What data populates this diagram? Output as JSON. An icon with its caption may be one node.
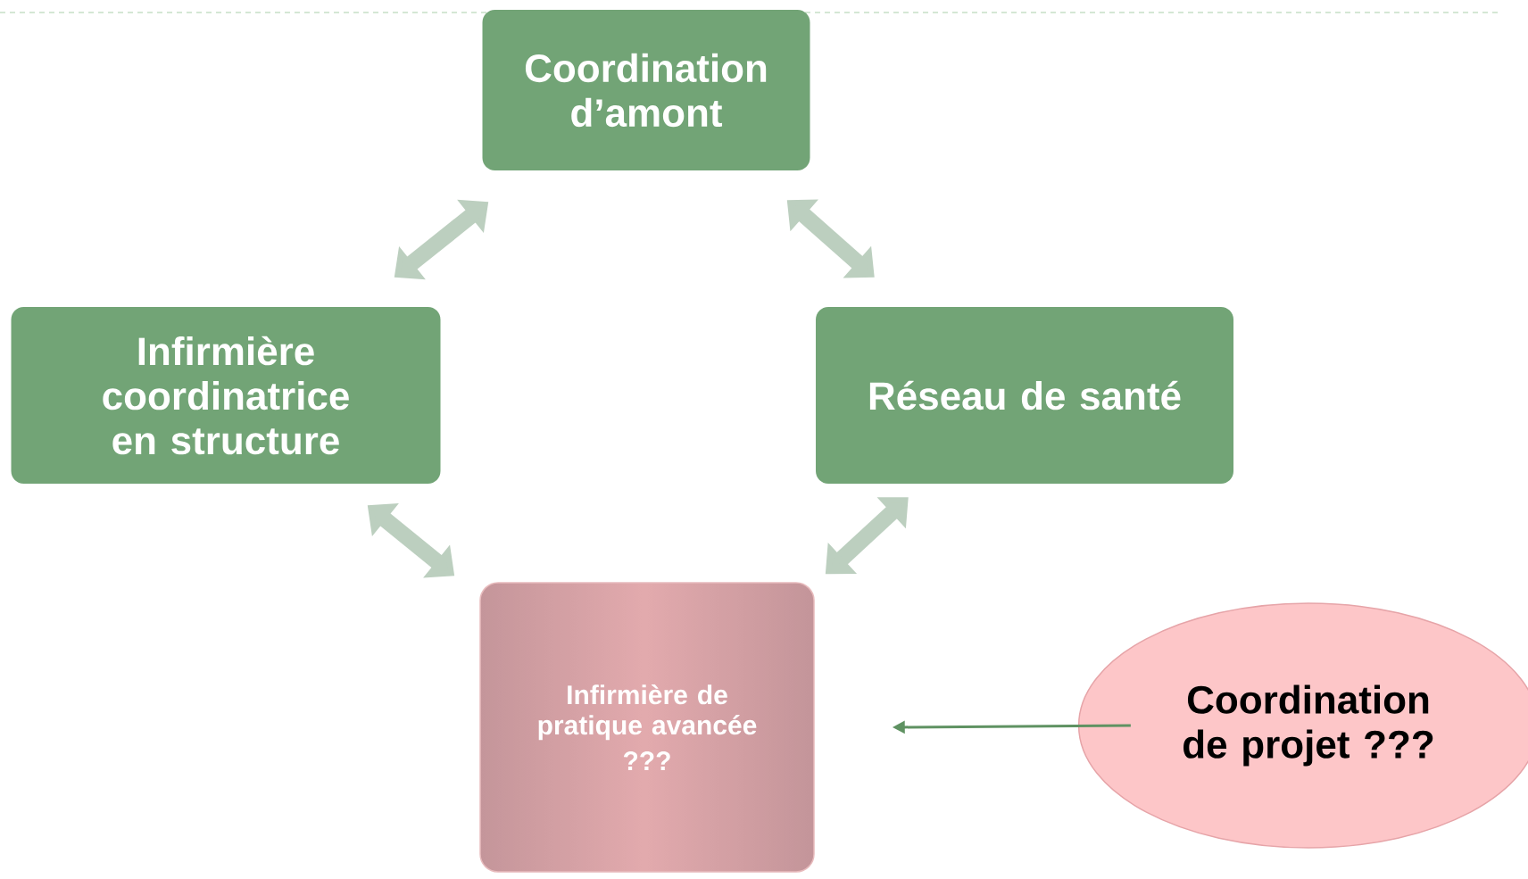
{
  "diagram": {
    "nodes": [
      {
        "text": [
          "Coordination d’amont"
        ]
      },
      {
        "text": [
          "Infirmière coordinatrice en structure"
        ]
      },
      {
        "text": [
          "Réseau de santé"
        ]
      },
      {
        "text": [
          "Infirmière de pratique avancée",
          "???"
        ]
      },
      {
        "text": [
          "Coordination de projet ???"
        ]
      }
    ],
    "edges": [
      {
        "from": 0,
        "to": 1,
        "arrow": "both"
      },
      {
        "from": 0,
        "to": 2,
        "arrow": "both"
      },
      {
        "from": 1,
        "to": 3,
        "arrow": "both"
      },
      {
        "from": 2,
        "to": 3,
        "arrow": "both"
      },
      {
        "from": 4,
        "to": 3,
        "arrow": "to",
        "color": "#5f9262"
      }
    ]
  }
}
